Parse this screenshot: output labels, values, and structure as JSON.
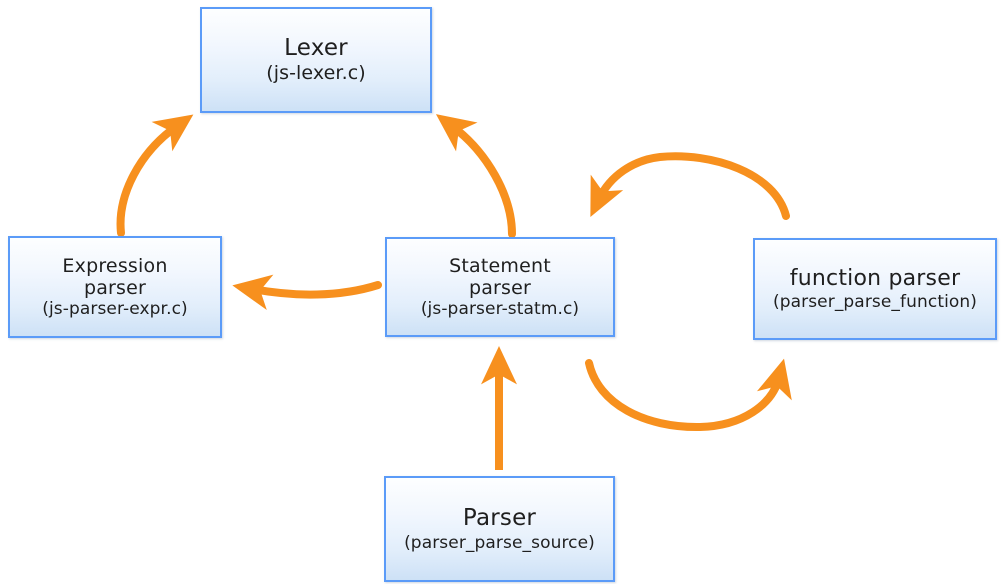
{
  "diagram": {
    "title": "JavaScript parser component call-flow diagram",
    "accent_arrow_color": "#f7901e",
    "node_border_color": "#5b9bf8",
    "node_fill_top_color": "#fdfeff",
    "node_fill_bottom_color": "#cde1f6",
    "background_color": "#ffffff",
    "nodes": [
      {
        "id": "lexer",
        "title": "Lexer",
        "subtitle": "(js-lexer.c)"
      },
      {
        "id": "expression-parser",
        "title": "Expression",
        "title2": "parser",
        "subtitle": "(js-parser-expr.c)"
      },
      {
        "id": "statement-parser",
        "title": "Statement",
        "title2": "parser",
        "subtitle": "(js-parser-statm.c)"
      },
      {
        "id": "function-parser",
        "title": "function parser",
        "subtitle": "(parser_parse_function)"
      },
      {
        "id": "parser",
        "title": "Parser",
        "subtitle": "(parser_parse_source)"
      }
    ],
    "edges": [
      {
        "id": "expr-to-lexer",
        "from": "expression-parser",
        "to": "lexer",
        "style": "curved-arrow"
      },
      {
        "id": "statement-to-lexer",
        "from": "statement-parser",
        "to": "lexer",
        "style": "curved-arrow"
      },
      {
        "id": "statement-to-expr",
        "from": "statement-parser",
        "to": "expression-parser",
        "style": "curved-arrow"
      },
      {
        "id": "function-to-statement",
        "from": "function-parser",
        "to": "statement-parser",
        "style": "arc-arrow-top"
      },
      {
        "id": "statement-to-function",
        "from": "statement-parser",
        "to": "function-parser",
        "style": "arc-arrow-bottom"
      },
      {
        "id": "parser-to-statement",
        "from": "parser",
        "to": "statement-parser",
        "style": "straight-arrow"
      }
    ]
  }
}
